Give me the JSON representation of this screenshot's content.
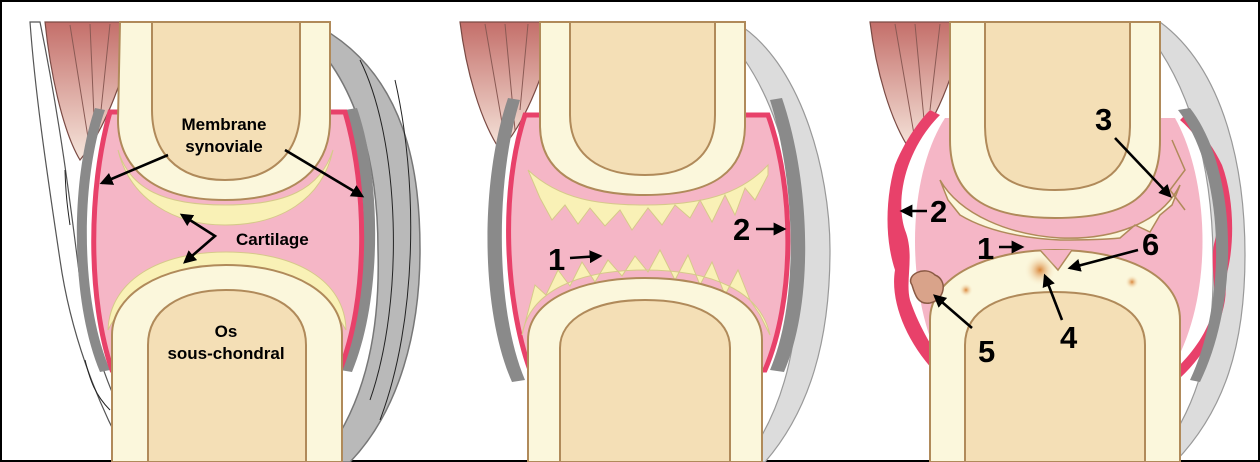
{
  "panel1": {
    "label_membrane": [
      "Membrane",
      "synoviale"
    ],
    "label_cartilage": "Cartilage",
    "label_bone": [
      "Os",
      "sous-chondral"
    ]
  },
  "panel2": {
    "numbers": [
      "1",
      "2"
    ]
  },
  "panel3": {
    "numbers": [
      "1",
      "2",
      "3",
      "4",
      "5",
      "6"
    ]
  },
  "colors": {
    "bone": "#f4dfb6",
    "cortex": "#fbf7dc",
    "cartilage": "#f9f1b6",
    "joint_space": "#f5b6c6",
    "synovium": "#e8416a",
    "capsule": "#8a8a8a",
    "soft_tissue": "#c8c8c8",
    "muscle": "#c98078"
  }
}
